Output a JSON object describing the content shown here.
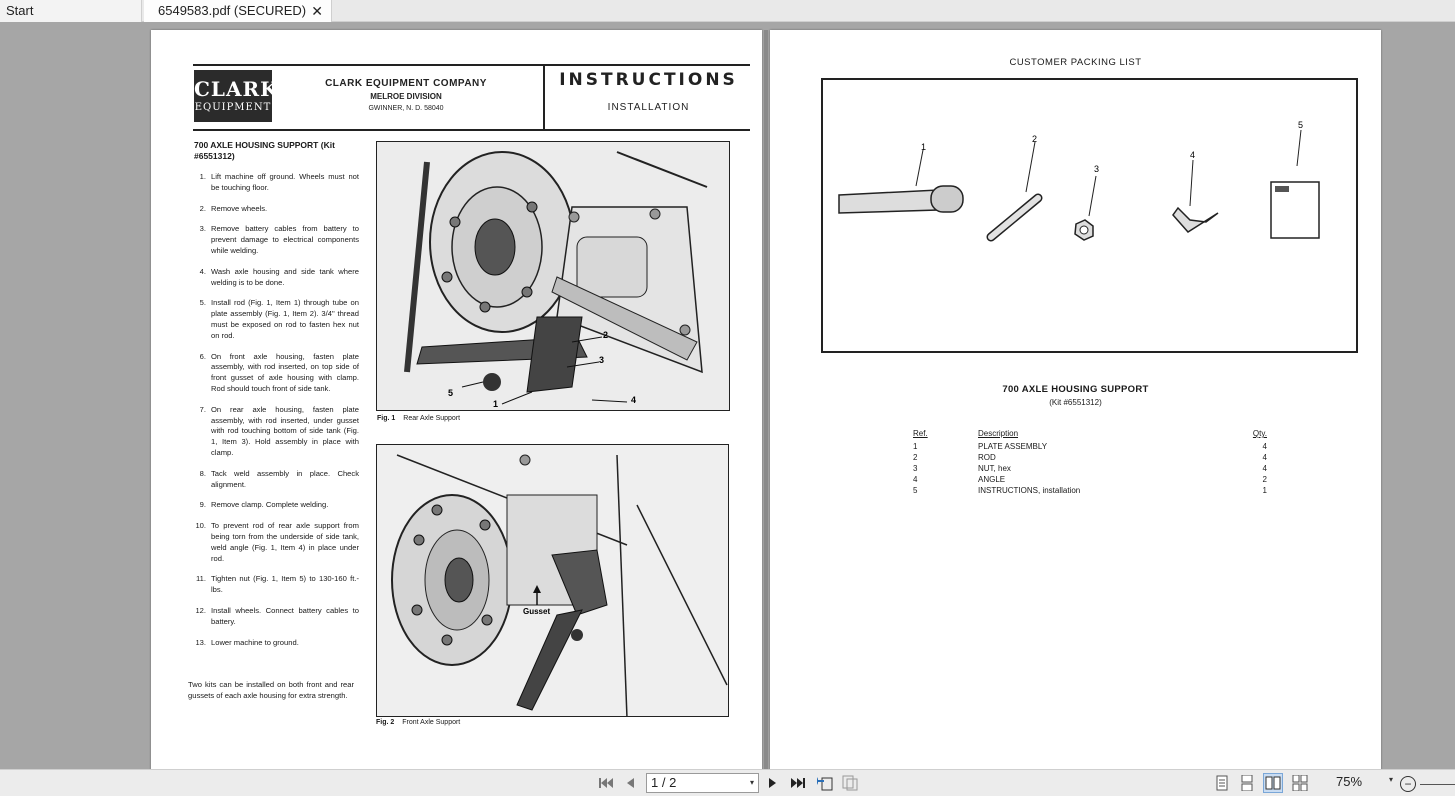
{
  "tabs": {
    "start": "Start",
    "document": "6549583.pdf (SECURED)",
    "close_glyph": "✕"
  },
  "left_page": {
    "logo_top": "CLARK",
    "logo_bottom": "EQUIPMENT",
    "company": "CLARK EQUIPMENT COMPANY",
    "division": "MELROE DIVISION",
    "address": "GWINNER, N. D. 58040",
    "instructions_title": "INSTRUCTIONS",
    "instructions_subtitle": "INSTALLATION",
    "heading": "700 AXLE HOUSING SUPPORT (Kit #6551312)",
    "steps": [
      {
        "num": "1.",
        "text": "Lift machine off ground. Wheels must not be touching floor."
      },
      {
        "num": "2.",
        "text": "Remove wheels."
      },
      {
        "num": "3.",
        "text": "Remove battery cables from battery to prevent damage to electrical components while welding."
      },
      {
        "num": "4.",
        "text": "Wash axle housing and side tank where welding is to be done."
      },
      {
        "num": "5.",
        "text": "Install rod (Fig. 1, Item 1) through tube on plate assembly (Fig. 1, Item 2). 3/4\" thread must be exposed on rod to fasten hex nut on rod."
      },
      {
        "num": "6.",
        "text": "On front axle housing, fasten plate assembly, with rod inserted, on top side of front gusset of axle housing with clamp. Rod should touch front of side tank."
      },
      {
        "num": "7.",
        "text": "On rear axle housing, fasten plate assembly, with rod inserted, under gusset with rod touching bottom of side tank (Fig. 1, Item 3). Hold assembly in place with clamp."
      },
      {
        "num": "8.",
        "text": "Tack weld assembly in place. Check alignment."
      },
      {
        "num": "9.",
        "text": "Remove clamp. Complete welding."
      },
      {
        "num": "10.",
        "text": "To prevent rod of rear axle support from being torn from the underside of side tank, weld angle (Fig. 1, Item 4) in place under rod."
      },
      {
        "num": "11.",
        "text": "Tighten nut (Fig. 1, Item 5) to 130-160 ft.-lbs."
      },
      {
        "num": "12.",
        "text": "Install wheels. Connect battery cables to battery."
      },
      {
        "num": "13.",
        "text": "Lower machine to ground."
      }
    ],
    "closing": "Two kits can be installed on both front and rear gussets of each axle housing for extra strength.",
    "fig1_label": "Fig. 1",
    "fig1_caption": "Rear Axle Support",
    "fig2_label": "Fig. 2",
    "fig2_caption": "Front Axle Support",
    "fig1_callouts": [
      "1",
      "2",
      "3",
      "4",
      "5"
    ],
    "fig2_callout": "Gusset"
  },
  "right_page": {
    "packing_title": "CUSTOMER PACKING LIST",
    "part_numbers": [
      "1",
      "2",
      "3",
      "4",
      "5"
    ],
    "support_title": "700 AXLE HOUSING SUPPORT",
    "support_kit": "(Kit #6551312)",
    "table": {
      "headers": {
        "ref": "Ref.",
        "description": "Description",
        "qty": "Qty."
      },
      "rows": [
        {
          "ref": "1",
          "description": "PLATE ASSEMBLY",
          "qty": "4"
        },
        {
          "ref": "2",
          "description": "ROD",
          "qty": "4"
        },
        {
          "ref": "3",
          "description": "NUT, hex",
          "qty": "4"
        },
        {
          "ref": "4",
          "description": "ANGLE",
          "qty": "2"
        },
        {
          "ref": "5",
          "description": "INSTRUCTIONS, installation",
          "qty": "1"
        }
      ]
    }
  },
  "toolbar": {
    "page_indicator": "1 / 2",
    "zoom": "75%",
    "dropdown_glyph": "▾",
    "zoom_minus": "−"
  }
}
